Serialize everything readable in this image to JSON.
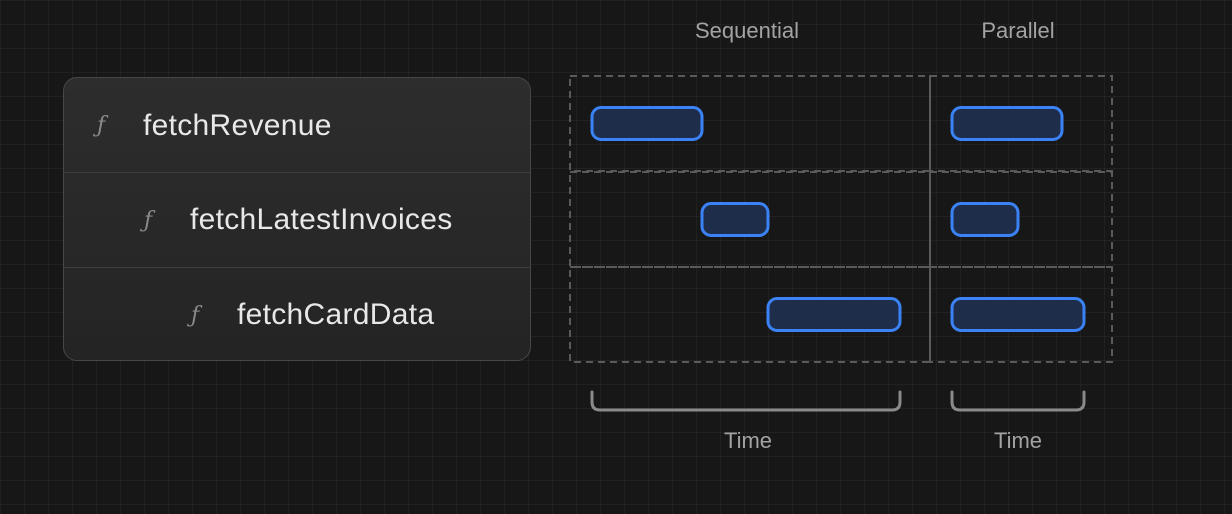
{
  "headings": {
    "sequential": "Sequential",
    "parallel": "Parallel"
  },
  "functions": [
    {
      "icon": "function-icon",
      "glyph": "ƒ",
      "name": "fetchRevenue"
    },
    {
      "icon": "function-icon",
      "glyph": "ƒ",
      "name": "fetchLatestInvoices"
    },
    {
      "icon": "function-icon",
      "glyph": "ƒ",
      "name": "fetchCardData"
    }
  ],
  "time_labels": {
    "sequential": "Time",
    "parallel": "Time"
  },
  "colors": {
    "background": "#171717",
    "bar_stroke": "#3b82f6",
    "bar_fill": "#1e2d4a",
    "dashed_border": "#5a5a5a",
    "bracket": "#8a8a8a"
  },
  "chart_data": {
    "type": "gantt",
    "rows": [
      "fetchRevenue",
      "fetchLatestInvoices",
      "fetchCardData"
    ],
    "sequential": [
      {
        "row": "fetchRevenue",
        "start": 0,
        "end": 1.0
      },
      {
        "row": "fetchLatestInvoices",
        "start": 1.0,
        "end": 1.6
      },
      {
        "row": "fetchCardData",
        "start": 1.6,
        "end": 2.8
      }
    ],
    "parallel": [
      {
        "row": "fetchRevenue",
        "start": 0,
        "end": 1.0
      },
      {
        "row": "fetchLatestInvoices",
        "start": 0,
        "end": 0.6
      },
      {
        "row": "fetchCardData",
        "start": 0,
        "end": 1.2
      }
    ]
  }
}
